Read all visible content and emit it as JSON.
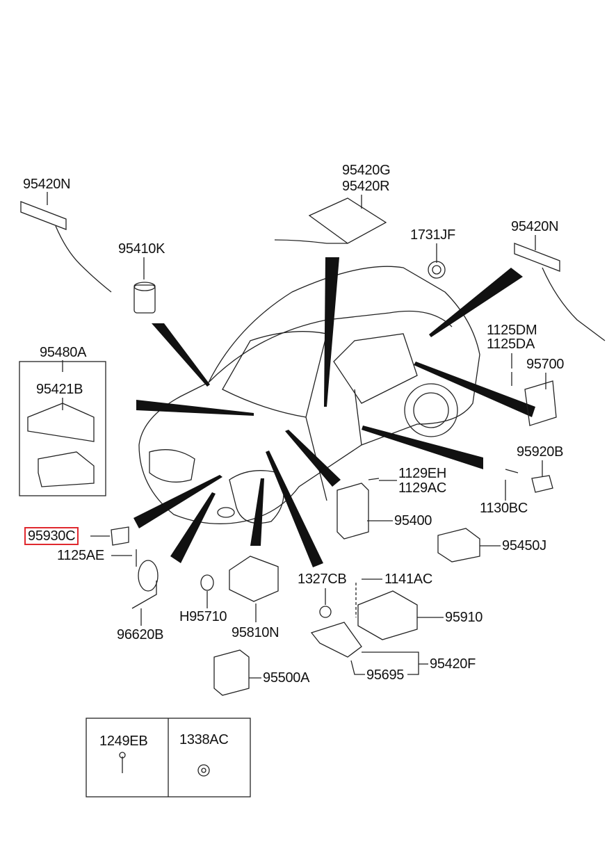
{
  "diagram": {
    "highlight_color": "#e0282e",
    "highlighted_part": "95930C",
    "labels": {
      "p95420n_left": "95420N",
      "p95410k": "95410K",
      "p95420g": "95420G",
      "p95420r": "95420R",
      "p1731jf": "1731JF",
      "p95420n_right": "95420N",
      "p95480a": "95480A",
      "p95421b": "95421B",
      "p1125dm": "1125DM",
      "p1125da": "1125DA",
      "p95700": "95700",
      "p95920b": "95920B",
      "p1129eh": "1129EH",
      "p1129ac": "1129AC",
      "p1130bc": "1130BC",
      "p95400": "95400",
      "p95930c": "95930C",
      "p1125ae": "1125AE",
      "p95450j": "95450J",
      "p1327cb": "1327CB",
      "p1141ac": "1141AC",
      "p95910": "95910",
      "ph95710": "H95710",
      "p95810n": "95810N",
      "p96620b": "96620B",
      "p95420f": "95420F",
      "p95695": "95695",
      "p95500a": "95500A",
      "p1249eb": "1249EB",
      "p1338ac": "1338AC"
    }
  }
}
